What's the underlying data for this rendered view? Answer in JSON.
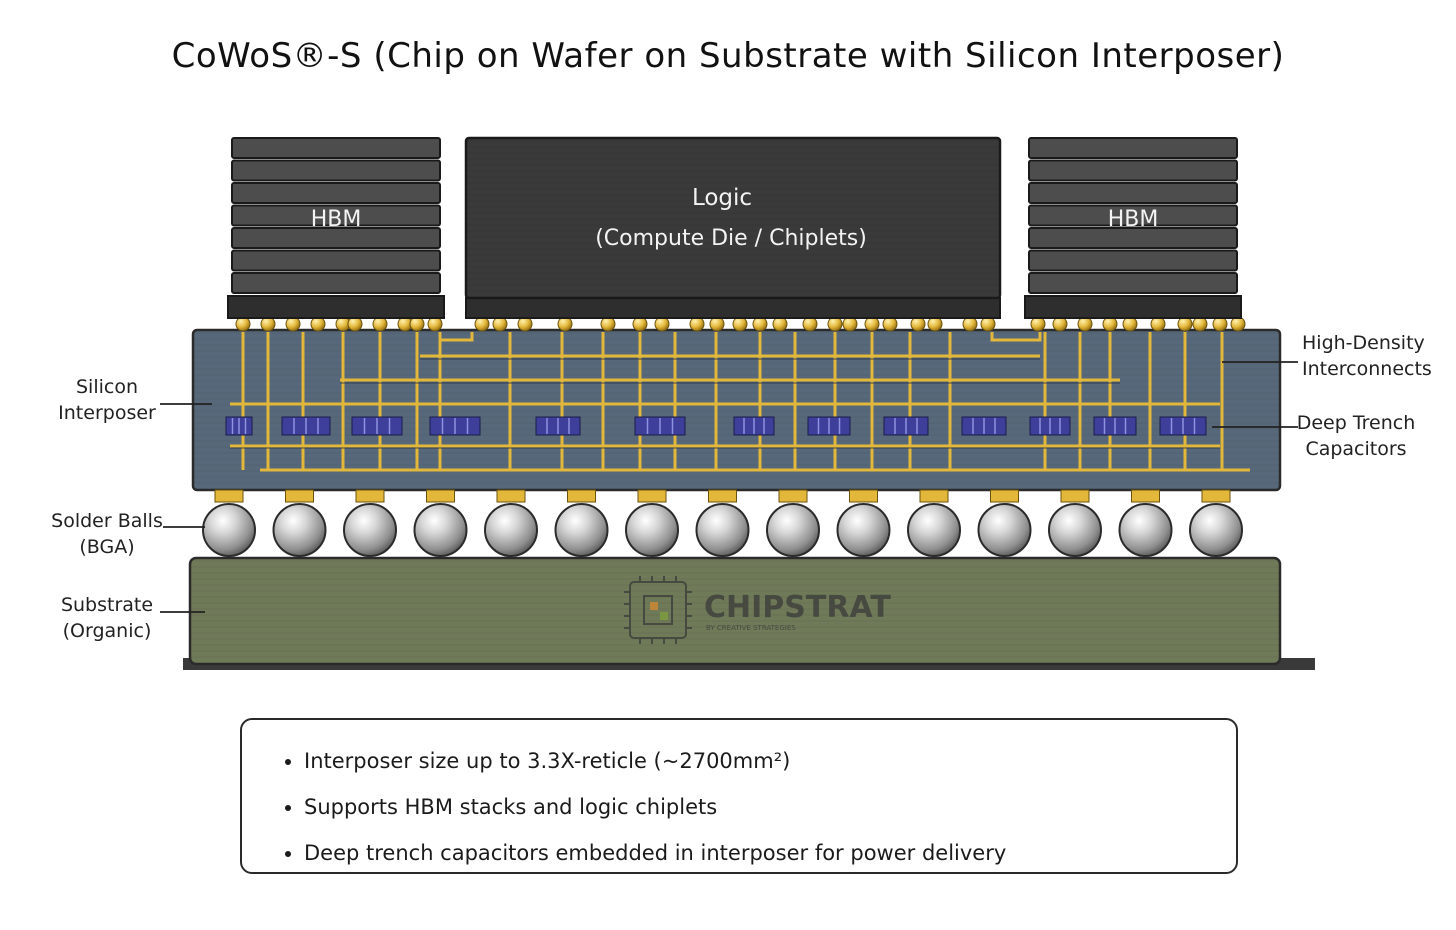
{
  "title": "CoWoS®-S (Chip on Wafer on Substrate with Silicon Interposer)",
  "chips": {
    "hbm_left": "HBM",
    "hbm_right": "HBM",
    "logic_line1": "Logic",
    "logic_line2": "(Compute Die / Chiplets)"
  },
  "labels": {
    "silicon_interposer": [
      "Silicon",
      "Interposer"
    ],
    "solder_balls": [
      "Solder Balls",
      "(BGA)"
    ],
    "substrate": [
      "Substrate",
      "(Organic)"
    ],
    "high_density": [
      "High-Density",
      "Interconnects"
    ],
    "deep_trench": [
      "Deep Trench",
      "Capacitors"
    ]
  },
  "watermark": {
    "brand": "CHIPSTRAT",
    "tagline": "BY CREATIVE STRATEGIES"
  },
  "notes": [
    "Interposer size up to 3.3X-reticle (~2700mm²)",
    "Supports HBM stacks and logic chiplets",
    "Deep trench capacitors embedded in interposer for power delivery"
  ],
  "colors": {
    "hbm": "#4d4d4d",
    "logic": "#3a3a3a",
    "interposer": "#56687a",
    "traces": "#e3b73a",
    "capacitors": "#3d3f9a",
    "substrate": "#6f7a58",
    "solder": "#c9c9c9"
  },
  "counts": {
    "bga_balls": 15,
    "deep_trench_capacitor_cells": 13
  }
}
